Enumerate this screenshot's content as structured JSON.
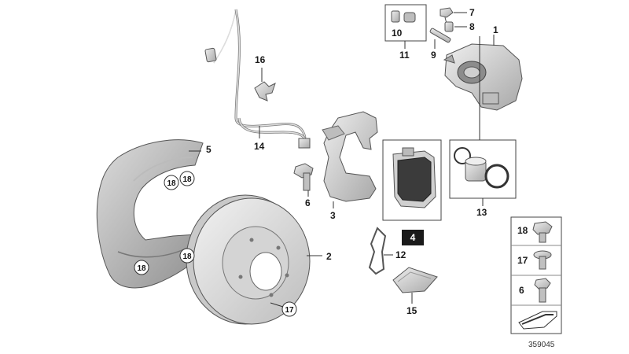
{
  "labels": {
    "p1": "1",
    "p2": "2",
    "p3": "3",
    "p4": "4",
    "p5": "5",
    "p6": "6",
    "p7": "7",
    "p8": "8",
    "p9": "9",
    "p10": "10",
    "p11": "11",
    "p12": "12",
    "p13": "13",
    "p14": "14",
    "p15": "15",
    "p16": "16",
    "p17": "17",
    "p18": "18"
  },
  "circle_labels": {
    "shield_top_a": "18",
    "shield_top_b": "18",
    "shield_bot_a": "18",
    "shield_bot_b": "18",
    "disc_bolt": "17"
  },
  "legend": {
    "l18": "18",
    "l17": "17",
    "l6": "6"
  },
  "reference": "359045",
  "colors": {
    "part_fill": "#d8d8d8",
    "part_dark": "#9a9a9a",
    "label_box": "#1a1a1a",
    "label_box_text": "#ffffff"
  }
}
